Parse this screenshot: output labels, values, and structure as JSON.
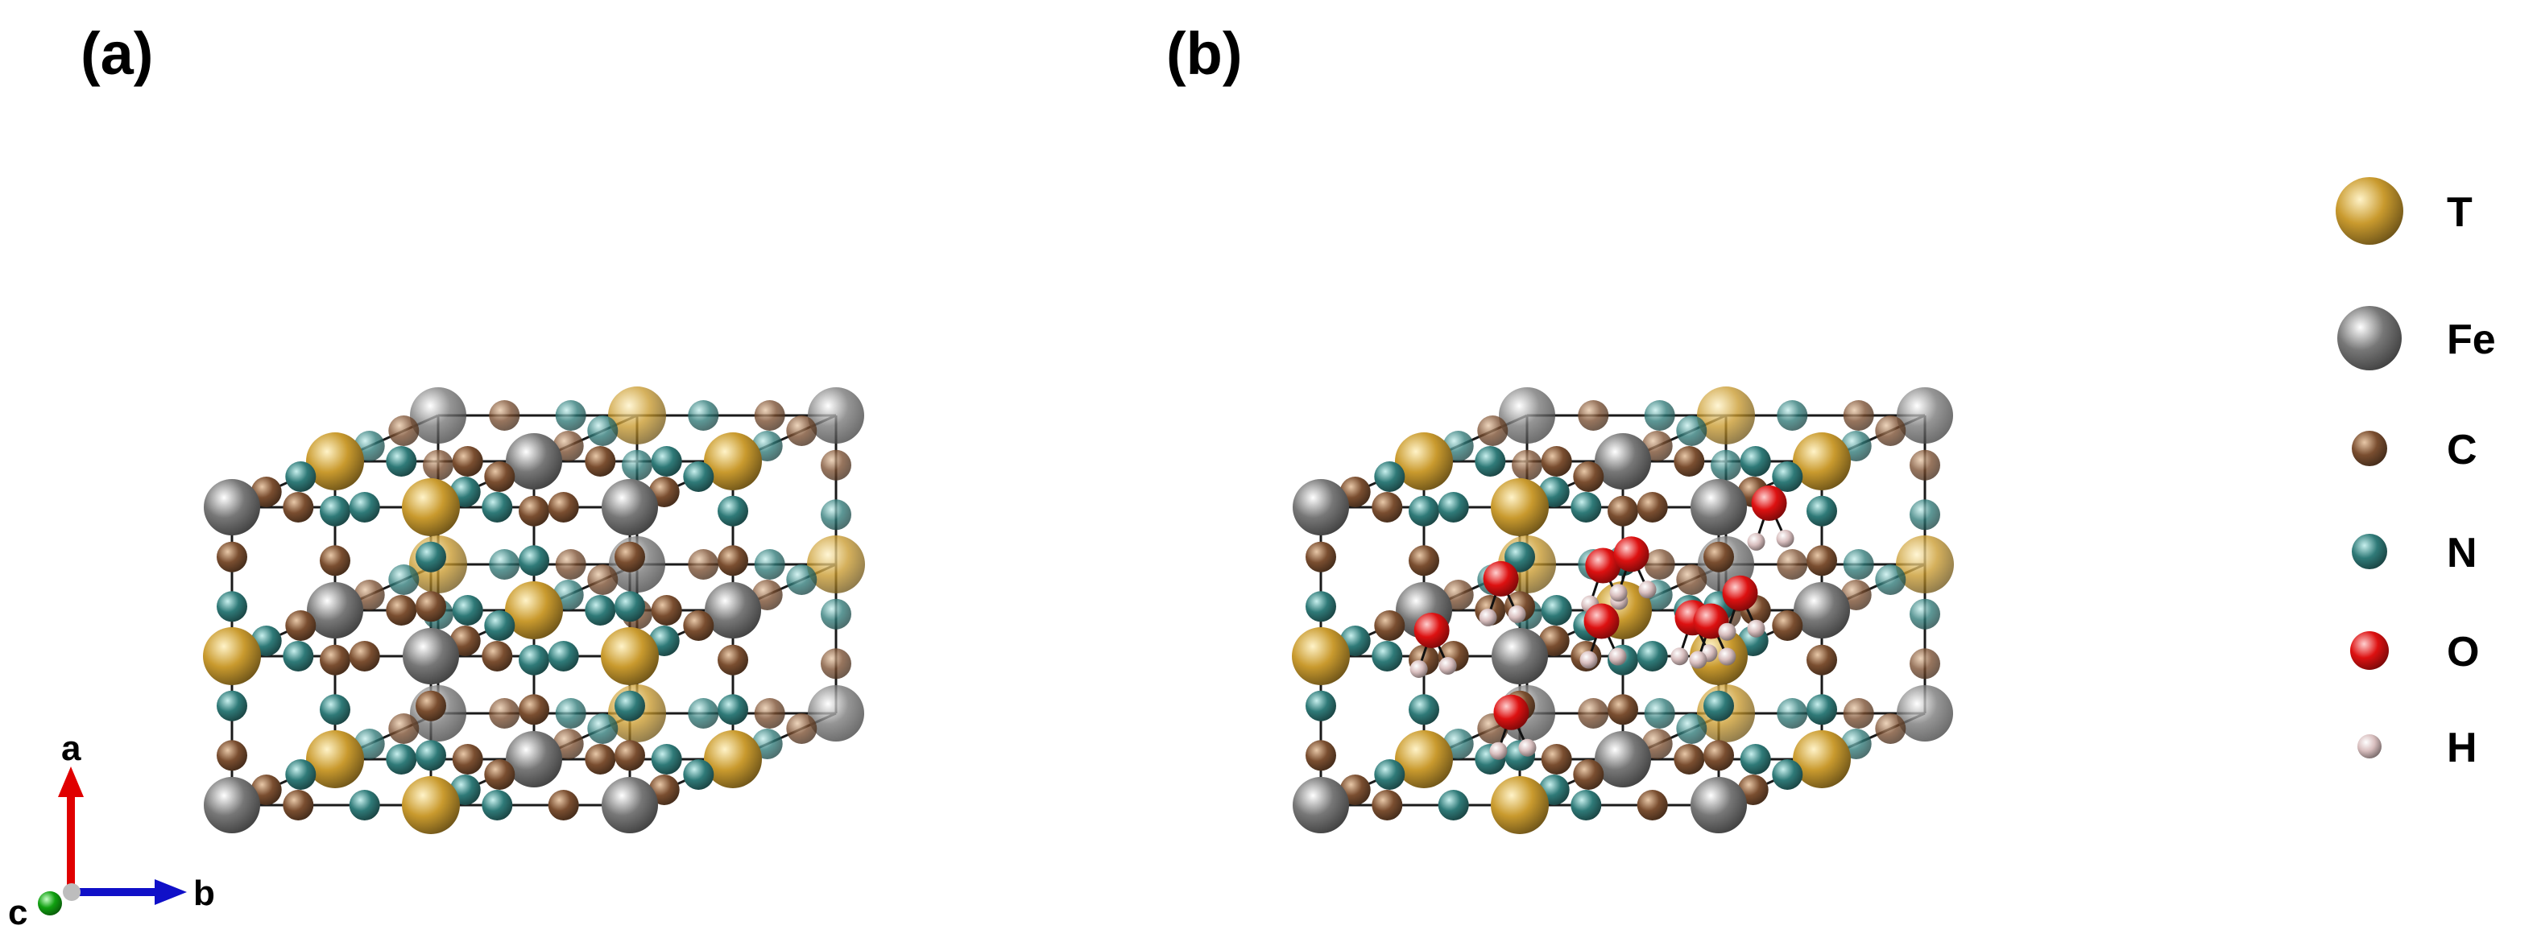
{
  "panels": [
    {
      "label": "(a)",
      "water": false
    },
    {
      "label": "(b)",
      "water": true
    }
  ],
  "legend": [
    {
      "key": "T",
      "label": "T",
      "color": "#c99a2e",
      "highlight": "#fff3c8"
    },
    {
      "key": "Fe",
      "label": "Fe",
      "color": "#777777",
      "highlight": "#ffffff"
    },
    {
      "key": "C",
      "label": "C",
      "color": "#7a4e30",
      "highlight": "#e8c8a8"
    },
    {
      "key": "N",
      "label": "N",
      "color": "#2f7a78",
      "highlight": "#c8f0ee"
    },
    {
      "key": "O",
      "label": "O",
      "color": "#dd1111",
      "highlight": "#ffd0d0"
    },
    {
      "key": "H",
      "label": "H",
      "color": "#d9bfbf",
      "highlight": "#ffffff"
    }
  ],
  "axes": {
    "a": {
      "label": "a",
      "color": "#e00000"
    },
    "b": {
      "label": "b",
      "color": "#1010c8"
    },
    "c": {
      "label": "c",
      "color": "#10a010"
    }
  }
}
